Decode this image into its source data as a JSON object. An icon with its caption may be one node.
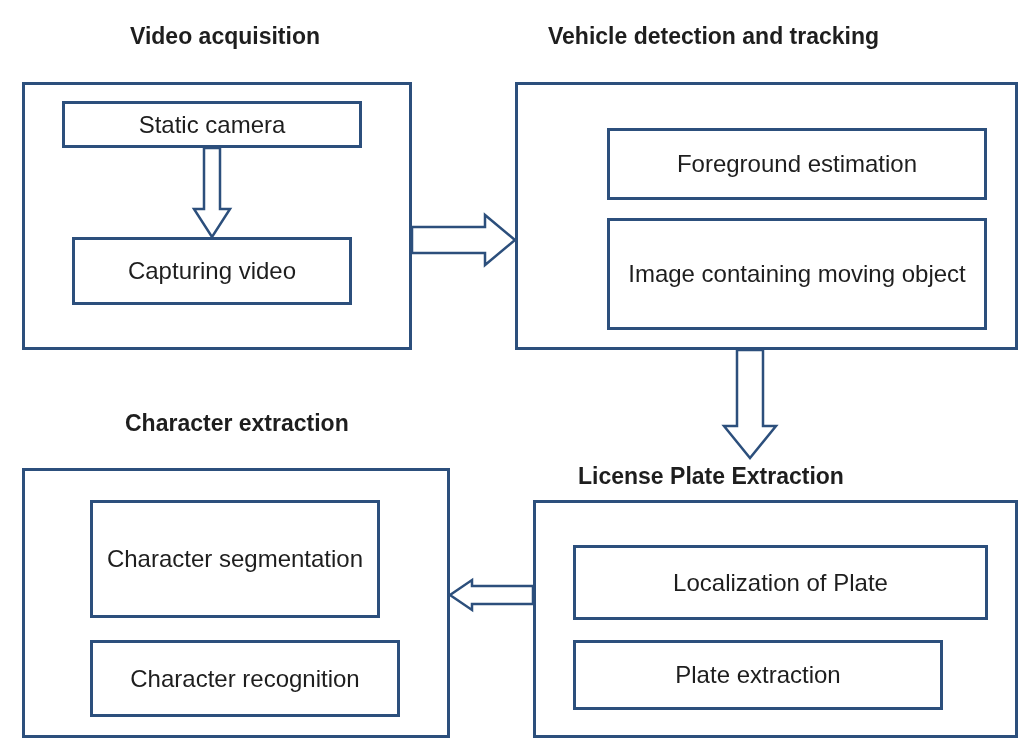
{
  "diagram": {
    "nodes": [
      {
        "text": [
          "Video acquisition"
        ]
      },
      {
        "text": [
          "Static camera"
        ],
        "in": 0
      },
      {
        "text": [
          "Capturing video"
        ],
        "in": 0
      },
      {
        "text": [
          "Vehicle detection and tracking"
        ]
      },
      {
        "text": [
          "Foreground estimation"
        ],
        "in": 3
      },
      {
        "text": [
          "Image containing moving object"
        ],
        "in": 3
      },
      {
        "text": [
          "License Plate Extraction"
        ]
      },
      {
        "text": [
          "Localization of Plate"
        ],
        "in": 6
      },
      {
        "text": [
          "Plate extraction"
        ],
        "in": 6
      },
      {
        "text": [
          "Character extraction"
        ]
      },
      {
        "text": [
          "Character segmentation"
        ],
        "in": 9
      },
      {
        "text": [
          "Character recognition"
        ],
        "in": 9
      }
    ],
    "edges": [
      {
        "from": 1,
        "to": 2,
        "arrow": "to"
      },
      {
        "from": 0,
        "to": 3,
        "arrow": "to"
      },
      {
        "from": 3,
        "to": 6,
        "arrow": "to"
      },
      {
        "from": 6,
        "to": 9,
        "arrow": "to"
      }
    ]
  }
}
